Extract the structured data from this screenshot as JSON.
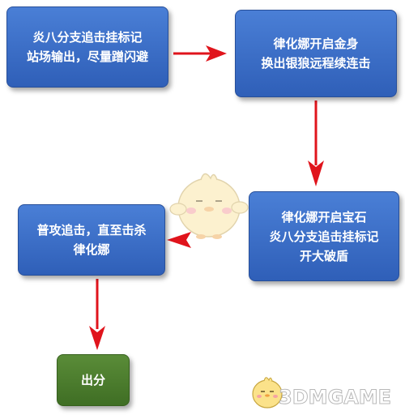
{
  "boxes": {
    "box1": {
      "lines": [
        "炎八分支追击挂标记",
        "站场输出，尽量蹭闪避"
      ]
    },
    "box2": {
      "lines": [
        "律化娜开启金身",
        "换出银狼远程续连击"
      ]
    },
    "box3": {
      "lines": [
        "律化娜开启宝石",
        "炎八分支追击挂标记",
        "开大破盾"
      ]
    },
    "box4": {
      "lines": [
        "普攻追击，直至击杀",
        "律化娜"
      ]
    },
    "box5": {
      "lines": [
        "出分"
      ]
    }
  },
  "watermark": {
    "text": "3DMGAME"
  },
  "colors": {
    "box_blue": "#3a6cc8",
    "box_green": "#4a7c2e",
    "arrow_red": "#e0141c"
  }
}
